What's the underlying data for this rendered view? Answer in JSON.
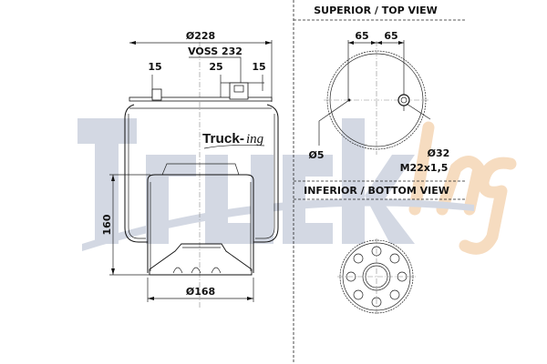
{
  "watermark": {
    "brand_main": "Truck-",
    "brand_script": "ing",
    "main_color": "#d3d8e3",
    "script_color": "#f6dcc0"
  },
  "logo": {
    "main": "Truck-",
    "script": "ing"
  },
  "side_view": {
    "outer_diameter": "Ø228",
    "port_label": "VOSS 232",
    "dim_left": "15",
    "dim_middle": "25",
    "dim_right": "15",
    "piston_diameter": "Ø168",
    "height": "160"
  },
  "top_view": {
    "title": "SUPERIOR / TOP VIEW",
    "offset_left": "65",
    "offset_right": "65",
    "pin_hole": "Ø5",
    "port_diameter": "Ø32",
    "port_thread": "M22x1,5"
  },
  "bottom_view": {
    "title": "INFERIOR / BOTTOM VIEW"
  }
}
